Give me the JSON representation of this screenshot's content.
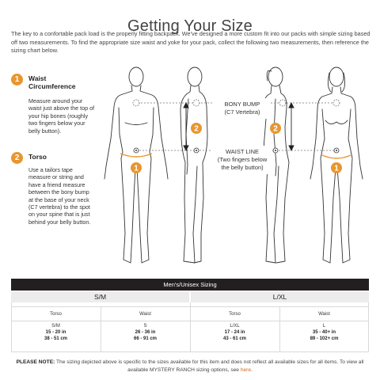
{
  "title": "Getting Your Size",
  "intro": "The key to a confortable pack load is the properly fitting backpack. We've designed a more custom fit into our packs with simple sizing based off two measurements. To find the appropriate size waist and yoke for your pack, collect the following two measurements, then reference the sizing chart below.",
  "steps": [
    {
      "number": "1",
      "title": "Waist Circumference",
      "text": "Measure around your waist just above the top of your hip bones (roughly two fingers below your belly button)."
    },
    {
      "number": "2",
      "title": "Torso",
      "text": "Use a tailors tape measure or string and have a friend measure between the bony bump at the base of your neck (C7 vertebra) to the spot on your spine that is just behind your belly button."
    }
  ],
  "figure": {
    "bony_bump_label_1": "BONY BUMP",
    "bony_bump_label_2": "(C7 Vertebra)",
    "waist_label_1": "WAIST LINE",
    "waist_label_2": "(Two fingers below",
    "waist_label_3": "the belly button)",
    "marker_waist": "1",
    "marker_torso": "2"
  },
  "table": {
    "heading": "Men's/Unisex Sizing",
    "groups": [
      {
        "name": "S/M",
        "columns": [
          {
            "header": "Torso",
            "size": "S/M",
            "imperial": "15 - 20 in",
            "metric": "38 - 51 cm"
          },
          {
            "header": "Waist",
            "size": "S",
            "imperial": "26 - 36 in",
            "metric": "66 - 91 cm"
          }
        ]
      },
      {
        "name": "L/XL",
        "columns": [
          {
            "header": "Torso",
            "size": "L/XL",
            "imperial": "17 - 24 in",
            "metric": "43 - 61 cm"
          },
          {
            "header": "Waist",
            "size": "L",
            "imperial": "35 - 40+ in",
            "metric": "89 - 102+ cm"
          }
        ]
      }
    ]
  },
  "note": {
    "label": "PLEASE NOTE:",
    "text": " The sizing depicted above is specific to the sizes available for this item and does not reflect all available sizes for all items. To view all available MYSTERY RANCH sizing options, see ",
    "link": "here",
    "end": "."
  },
  "colors": {
    "accent": "#e8962f",
    "header_bg": "#231f20",
    "link": "#d2691e"
  }
}
